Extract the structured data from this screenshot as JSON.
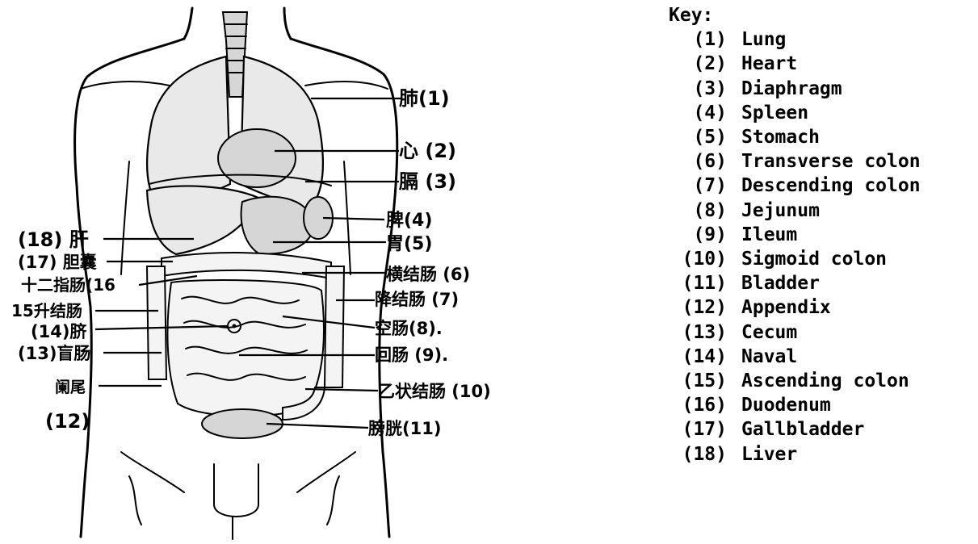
{
  "key": {
    "title": "Key:",
    "items": [
      {
        "num": "(1)",
        "name": "Lung"
      },
      {
        "num": "(2)",
        "name": "Heart"
      },
      {
        "num": "(3)",
        "name": "Diaphragm"
      },
      {
        "num": "(4)",
        "name": "Spleen"
      },
      {
        "num": "(5)",
        "name": "Stomach"
      },
      {
        "num": "(6)",
        "name": "Transverse colon"
      },
      {
        "num": "(7)",
        "name": "Descending colon"
      },
      {
        "num": "(8)",
        "name": "Jejunum"
      },
      {
        "num": "(9)",
        "name": "Ileum"
      },
      {
        "num": "(10)",
        "name": "Sigmoid colon"
      },
      {
        "num": "(11)",
        "name": "Bladder"
      },
      {
        "num": "(12)",
        "name": "Appendix"
      },
      {
        "num": "(13)",
        "name": "Cecum"
      },
      {
        "num": "(14)",
        "name": "Naval"
      },
      {
        "num": "(15)",
        "name": "Ascending colon"
      },
      {
        "num": "(16)",
        "name": "Duodenum"
      },
      {
        "num": "(17)",
        "name": "Gallbladder"
      },
      {
        "num": "(18)",
        "name": "Liver"
      }
    ]
  },
  "diagram_labels": {
    "lung": "肺(1)",
    "heart": "心 (2)",
    "diaphragm": "膈 (3)",
    "spleen": "脾(4)",
    "stomach": "胃(5)",
    "transverse_colon": "横结肠 (6)",
    "descending_colon": "降结肠 (7)",
    "jejunum": "空肠(8).",
    "ileum": "回肠 (9).",
    "sigmoid_colon": "乙状结肠 (10)",
    "bladder": "膀胱(11)",
    "liver": "(18) 肝",
    "gallbladder": "(17) 胆囊",
    "duodenum": "十二指肠(16",
    "ascending_colon": "15升结肠",
    "naval": "(14)脐",
    "cecum": "(13)盲肠",
    "appendix": "阑尾",
    "appendix_num": "(12)"
  },
  "colors": {
    "ink": "#000000",
    "background": "#ffffff"
  }
}
